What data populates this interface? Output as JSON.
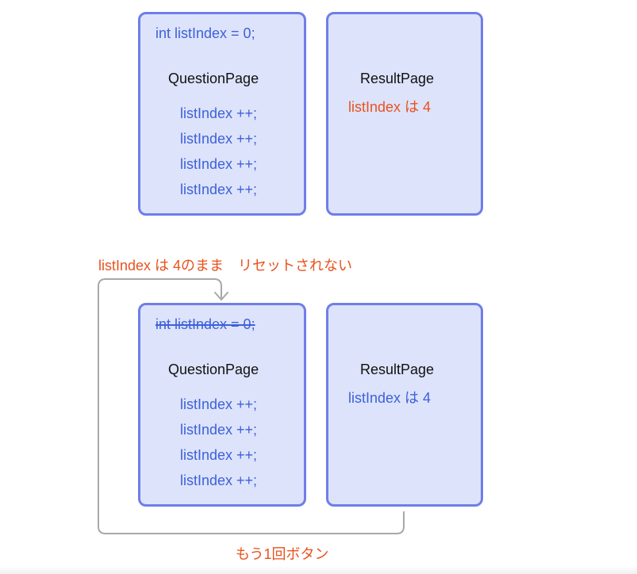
{
  "top": {
    "question_page": {
      "init_line": "int listIndex = 0;",
      "title": "QuestionPage",
      "increments": [
        "listIndex ++;",
        "listIndex ++;",
        "listIndex ++;",
        "listIndex ++;"
      ]
    },
    "result_page": {
      "title": "ResultPage",
      "value_text": "listIndex は 4"
    }
  },
  "bottom": {
    "note": "listIndex は 4のまま　リセットされない",
    "question_page": {
      "init_line_struck": "int listIndex = 0;",
      "title": "QuestionPage",
      "increments": [
        "listIndex ++;",
        "listIndex ++;",
        "listIndex ++;",
        "listIndex ++;"
      ]
    },
    "result_page": {
      "title": "ResultPage",
      "value_text": "listIndex は 4"
    },
    "retry_button_label": "もう1回ボタン"
  },
  "colors": {
    "box_fill": "#dde3fb",
    "box_border": "#6f7ee8",
    "code_blue": "#3d61d9",
    "highlight_orange": "#e8531e",
    "connector_gray": "#a8a8a8"
  }
}
